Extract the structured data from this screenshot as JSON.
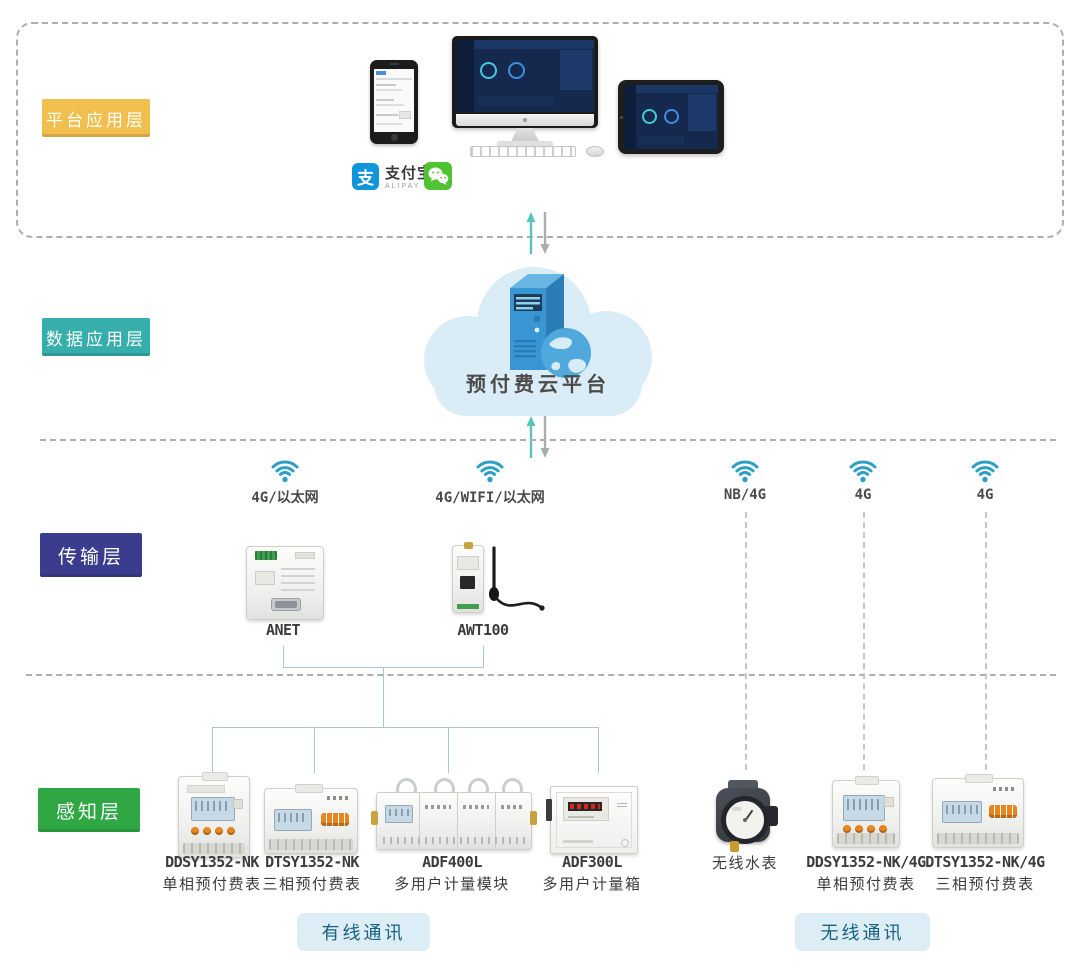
{
  "layers": [
    {
      "label": "平台应用层",
      "color": "#F0BF4D"
    },
    {
      "label": "数据应用层",
      "color": "#36AFAC"
    },
    {
      "label": "传输层",
      "color": "#3A3D8D"
    },
    {
      "label": "感知层",
      "color": "#2FA743"
    }
  ],
  "apps": {
    "alipay_char": "支",
    "alipay_name": "支付宝",
    "alipay_sub": "ALIPAY"
  },
  "cloud": {
    "label": "预付费云平台"
  },
  "networks": [
    {
      "label": "4G/以太网"
    },
    {
      "label": "4G/WIFI/以太网"
    },
    {
      "label": "NB/4G"
    },
    {
      "label": "4G"
    },
    {
      "label": "4G"
    }
  ],
  "gateways": [
    {
      "name": "ANET"
    },
    {
      "name": "AWT100"
    }
  ],
  "devices": [
    {
      "line1": "DDSY1352-NK",
      "line2": "单相预付费表"
    },
    {
      "line1": "DTSY1352-NK",
      "line2": "三相预付费表"
    },
    {
      "line1": "ADF400L",
      "line2": "多用户计量模块"
    },
    {
      "line1": "ADF300L",
      "line2": "多用户计量箱"
    },
    {
      "line1": "无线水表"
    },
    {
      "line1": "DDSY1352-NK/4G",
      "line2": "单相预付费表"
    },
    {
      "line1": "DTSY1352-NK/4G",
      "line2": "三相预付费表"
    }
  ],
  "footer": {
    "wired": "有线通讯",
    "wireless": "无线通讯"
  },
  "colors": {
    "platform_layer": "#F0BF4D",
    "data_layer": "#36AFAC",
    "transport_layer": "#3A3D8D",
    "sensing_layer": "#2FA743",
    "cloud_fill": "#DAEDF7",
    "wifi": "#2C9FC7",
    "arrow_up": "#57C4BE",
    "arrow_down": "#A8ADB2",
    "footer_chip_bg": "#DCEDF5",
    "footer_chip_text": "#1A617F"
  }
}
